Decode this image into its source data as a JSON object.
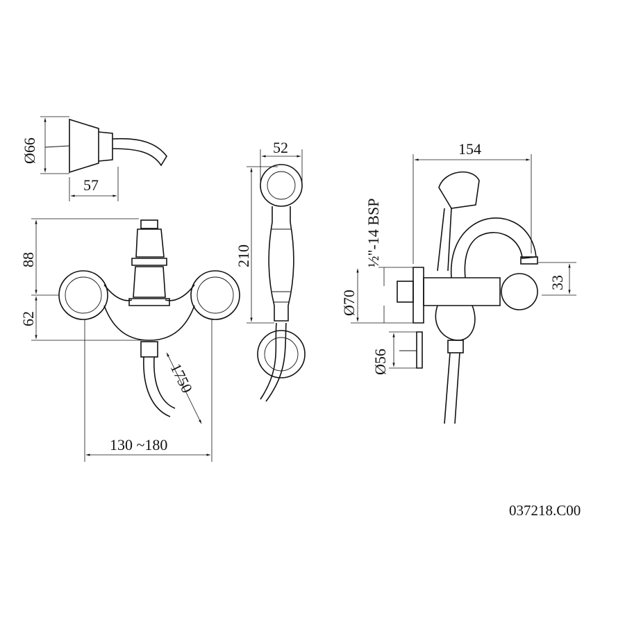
{
  "drawing": {
    "part_number": "037218.C00",
    "shower_bracket": {
      "diameter": "Ø66",
      "depth": "57"
    },
    "mixer_front": {
      "height_upper": "88",
      "height_lower": "62",
      "hose_length": "1750",
      "center_distance": "130 ~180"
    },
    "hand_shower": {
      "width": "52",
      "length": "210"
    },
    "mixer_side": {
      "depth": "154",
      "thread": "½\"-14 BSP",
      "flange_diameter": "Ø70",
      "spout_height": "33",
      "holder_diameter": "Ø56"
    }
  }
}
